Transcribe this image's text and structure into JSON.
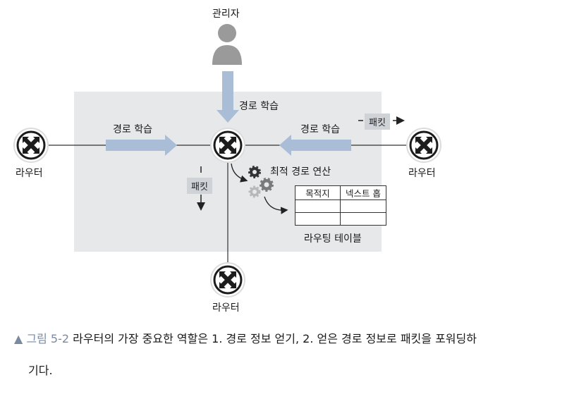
{
  "labels": {
    "admin": "관리자",
    "learn_top": "경로 학습",
    "learn_left": "경로 학습",
    "learn_right": "경로 학습",
    "packet_right": "패킷",
    "packet_down": "패킷",
    "optimal": "최적 경로 연산",
    "table_caption": "라우팅 테이블",
    "router_left": "라우터",
    "router_right": "라우터",
    "router_bottom": "라우터"
  },
  "routing_table": {
    "headers": [
      "목적지",
      "넥스트 홉"
    ],
    "rows": [
      [
        "",
        ""
      ],
      [
        "",
        ""
      ]
    ]
  },
  "caption": {
    "marker": "▲",
    "figure": "그림 5-2",
    "text": "라우터의 가장 중요한 역할은 1. 경로 정보 얻기, 2. 얻은 경로 정보로 패킷을 포워딩하",
    "text2": "기다."
  },
  "colors": {
    "panel": "#e7e8ea",
    "arrow": "#a9bdd6",
    "admin_icon": "#9a9a9a",
    "figure_label": "#7a8aa0"
  }
}
